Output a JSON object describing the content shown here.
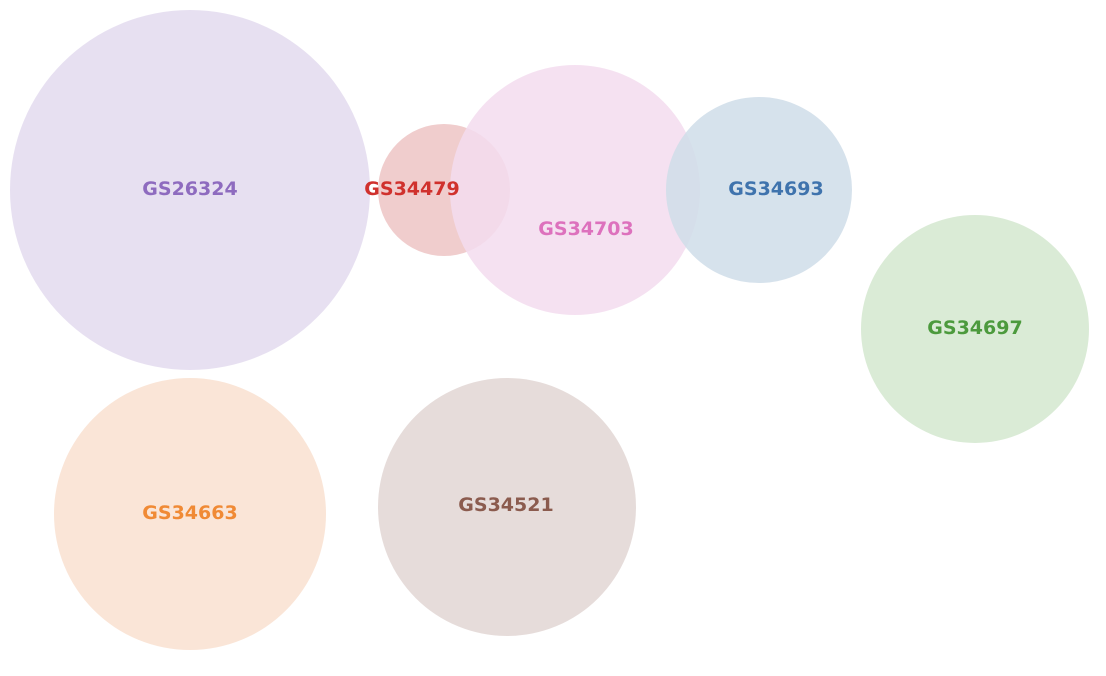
{
  "chart_data": {
    "type": "bubble",
    "series": [
      {
        "name": "GS26324",
        "size": 180,
        "color": "#8e6bbf",
        "fill": "#e3daee"
      },
      {
        "name": "GS34479",
        "size": 66,
        "color": "#d0312d",
        "fill": "#edc4c4"
      },
      {
        "name": "GS34703",
        "size": 125,
        "color": "#dd71bd",
        "fill": "#f3dcee"
      },
      {
        "name": "GS34693",
        "size": 93,
        "color": "#3f73ad",
        "fill": "#cfdde9"
      },
      {
        "name": "GS34697",
        "size": 114,
        "color": "#4c9a3d",
        "fill": "#d4e8cf"
      },
      {
        "name": "GS34663",
        "size": 136,
        "color": "#f08a35",
        "fill": "#f9e0d0"
      },
      {
        "name": "GS34521",
        "size": 129,
        "color": "#8b5b4e",
        "fill": "#e2d6d4"
      }
    ],
    "title": "",
    "legend": "none"
  }
}
